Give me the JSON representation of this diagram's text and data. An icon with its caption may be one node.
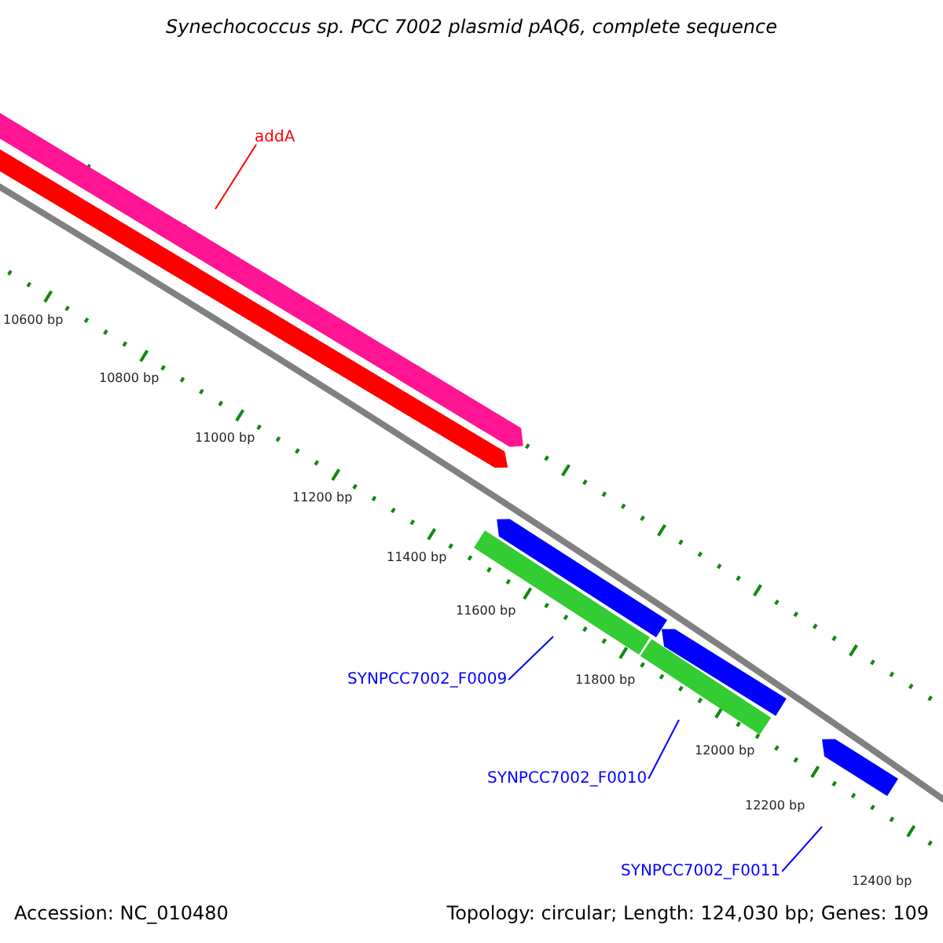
{
  "diagram": {
    "title": "Synechococcus sp. PCC 7002 plasmid pAQ6, complete sequence",
    "nodes": [
      {
        "text": [
          "addA"
        ]
      },
      {
        "text": [
          "SYNPCC7002_F0009"
        ]
      },
      {
        "text": [
          "SYNPCC7002_F0010"
        ]
      },
      {
        "text": [
          "SYNPCC7002_F0011"
        ]
      }
    ],
    "edges": [
      {
        "from": 0,
        "to": null,
        "arrow": "none",
        "color": "#ff0000"
      },
      {
        "from": 1,
        "to": null,
        "arrow": "none"
      },
      {
        "from": 2,
        "to": null,
        "arrow": "none"
      },
      {
        "from": 3,
        "to": null,
        "arrow": "none"
      }
    ],
    "labels": [
      "10600 bp",
      "10800 bp",
      "11000 bp",
      "11200 bp",
      "11400 bp",
      "11600 bp",
      "11800 bp",
      "12000 bp",
      "12200 bp",
      "12400 bp",
      "Accession: NC_010480",
      "Topology: circular; Length: 124,030 bp; Genes: 109"
    ]
  }
}
